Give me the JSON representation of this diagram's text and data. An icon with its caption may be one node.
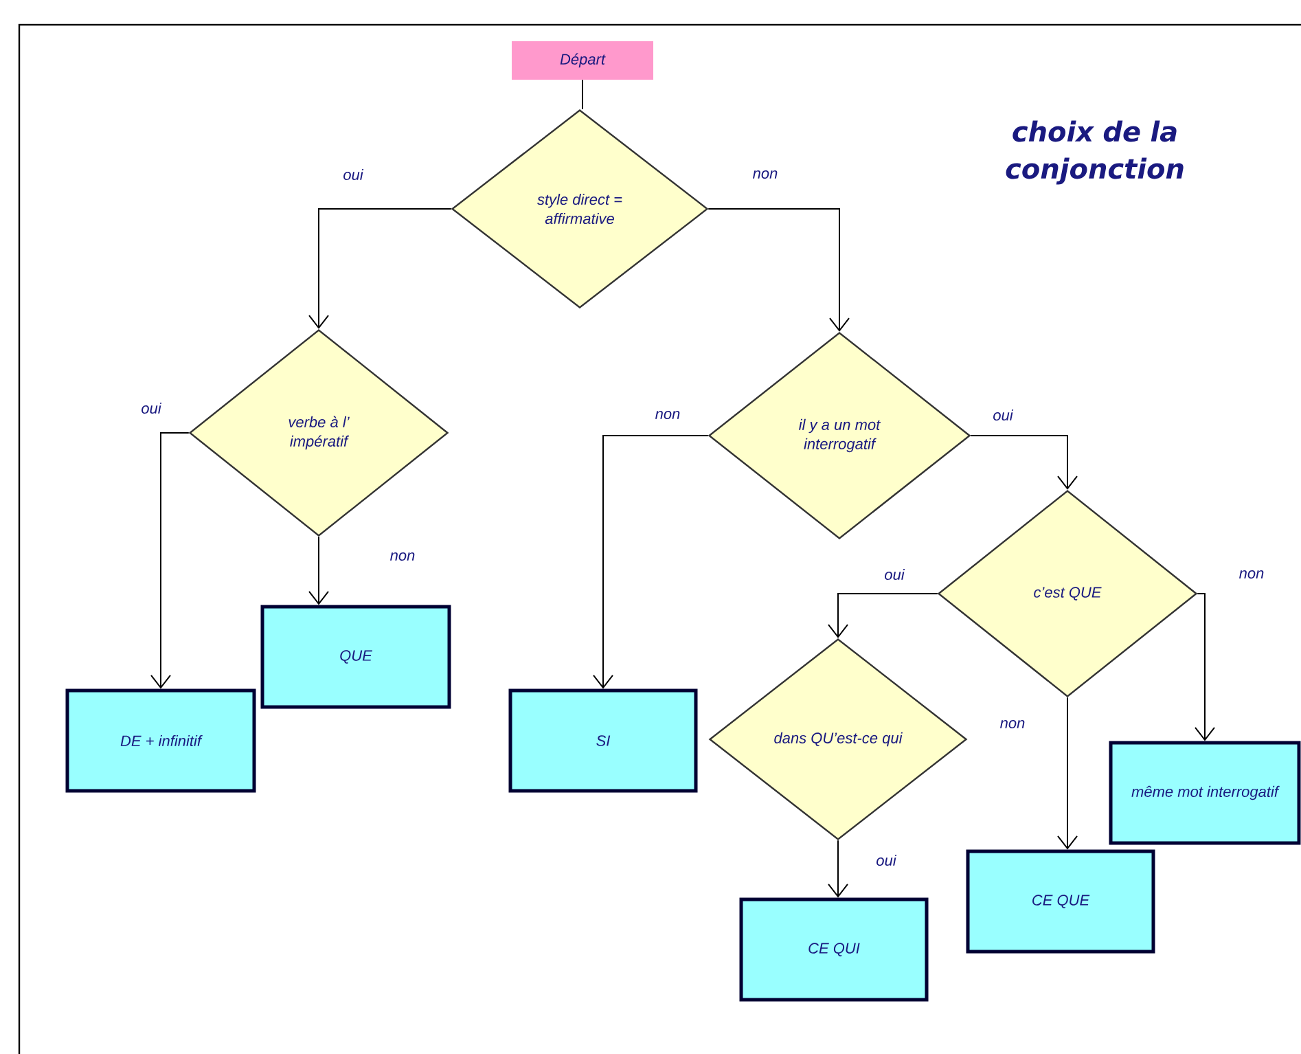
{
  "diagram": {
    "title": "choix de la conjonction",
    "nodes": [
      {
        "text": [
          "Départ"
        ]
      },
      {
        "text": [
          "style direct = affirmative"
        ]
      },
      {
        "text": [
          "verbe à l’ impératif"
        ]
      },
      {
        "text": [
          "il y a un mot interrogatif"
        ]
      },
      {
        "text": [
          "DE + infinitif"
        ]
      },
      {
        "text": [
          "QUE"
        ]
      },
      {
        "text": [
          "SI"
        ]
      },
      {
        "text": [
          "c’est QUE"
        ]
      },
      {
        "text": [
          "dans QU’est-ce qui"
        ]
      },
      {
        "text": [
          "même mot interrogatif"
        ]
      },
      {
        "text": [
          "CE QUE"
        ]
      },
      {
        "text": [
          "CE QUI"
        ]
      }
    ],
    "edges": [
      {
        "from": 0,
        "to": 1,
        "arrow": "none"
      },
      {
        "from": 1,
        "to": 2,
        "arrow": "to",
        "label": "oui"
      },
      {
        "from": 1,
        "to": 3,
        "arrow": "to",
        "label": "non"
      },
      {
        "from": 2,
        "to": 4,
        "arrow": "to",
        "label": "oui"
      },
      {
        "from": 2,
        "to": 5,
        "arrow": "to",
        "label": "non"
      },
      {
        "from": 3,
        "to": 6,
        "arrow": "to",
        "label": "non"
      },
      {
        "from": 3,
        "to": 7,
        "arrow": "to",
        "label": "oui"
      },
      {
        "from": 7,
        "to": 8,
        "arrow": "to",
        "label": "oui"
      },
      {
        "from": 7,
        "to": 9,
        "arrow": "to",
        "label": "non"
      },
      {
        "from": 7,
        "to": 10,
        "arrow": "to",
        "label": "non"
      },
      {
        "from": 8,
        "to": 11,
        "arrow": "to",
        "label": "oui"
      }
    ]
  }
}
